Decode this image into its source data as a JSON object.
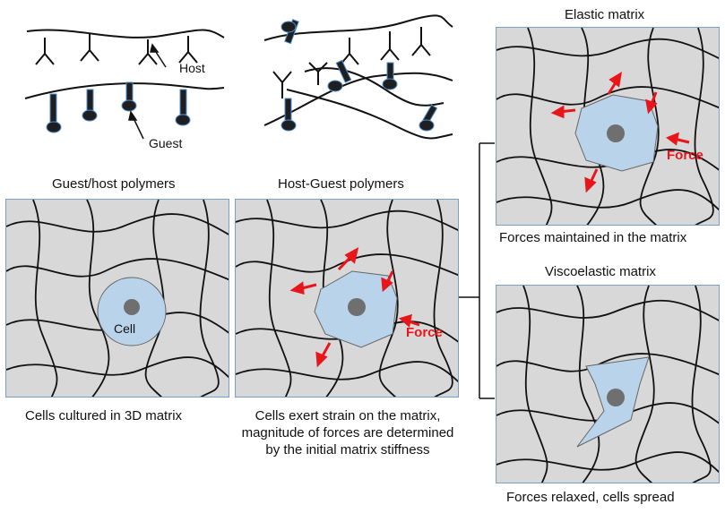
{
  "schematic": {
    "host_label": "Host",
    "guest_label": "Guest",
    "guest_host_caption": "Guest/host polymers",
    "host_guest_caption": "Host-Guest polymers"
  },
  "panels": {
    "cells_3d": {
      "caption": "Cells cultured in 3D matrix",
      "cell_label": "Cell"
    },
    "strain": {
      "caption_line1": "Cells exert strain on the matrix,",
      "caption_line2": "magnitude of forces are determined",
      "caption_line3": "by the initial matrix stiffness",
      "force_label": "Force"
    },
    "elastic": {
      "title": "Elastic matrix",
      "caption": "Forces maintained in the matrix",
      "force_label": "Force"
    },
    "viscoelastic": {
      "title": "Viscoelastic matrix",
      "caption": "Forces relaxed, cells spread"
    }
  },
  "colors": {
    "matrix_bg": "#d8d8d8",
    "panel_border": "#7a9fbf",
    "force_arrow": "#e8161b",
    "cell_fill": "#b9d4ea",
    "nucleus": "#6f6f6f",
    "guest_bar": "#1f1f1f",
    "guest_outline": "#4f8fd0"
  }
}
